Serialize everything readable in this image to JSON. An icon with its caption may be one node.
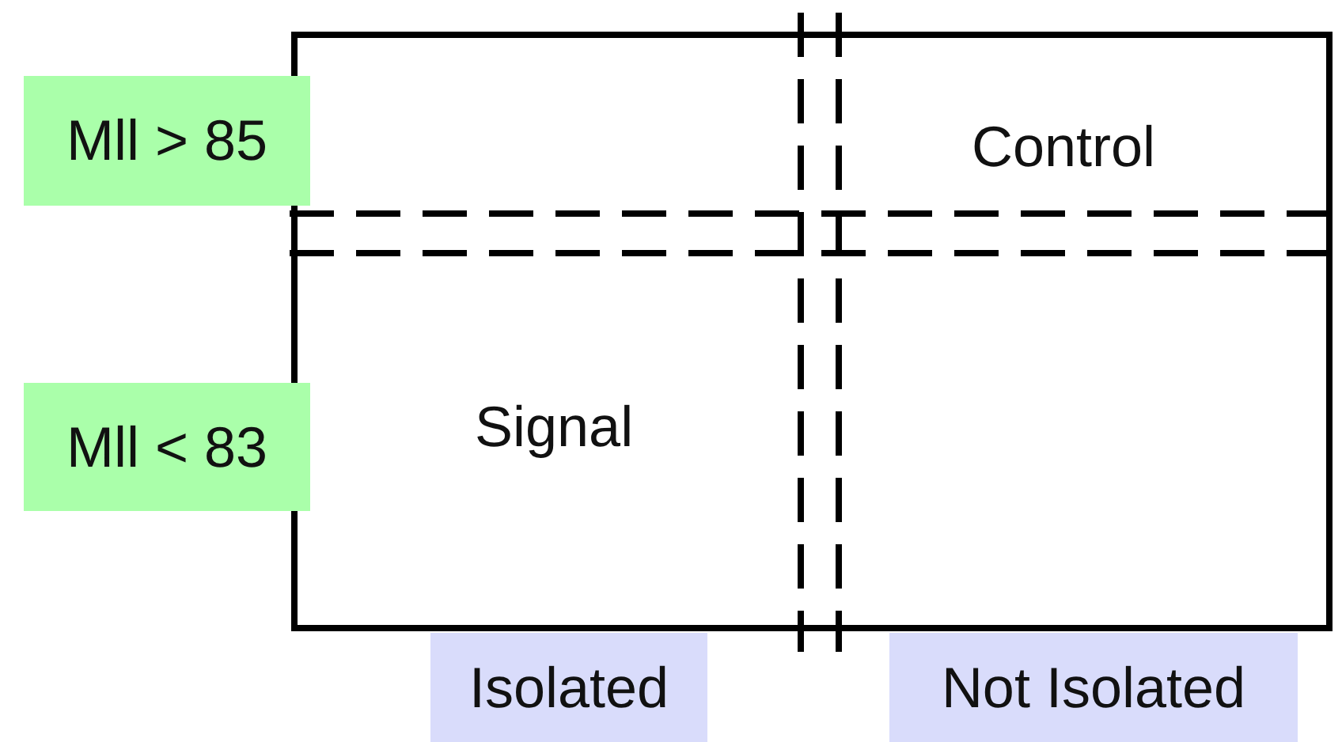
{
  "diagram": {
    "nodes": [
      {
        "text": [
          "Mll > 85"
        ]
      },
      {
        "text": [
          "Mll < 83"
        ]
      },
      {
        "text": [
          "Isolated"
        ]
      },
      {
        "text": [
          "Not Isolated"
        ]
      }
    ],
    "labels": [
      "Control",
      "Signal"
    ]
  }
}
